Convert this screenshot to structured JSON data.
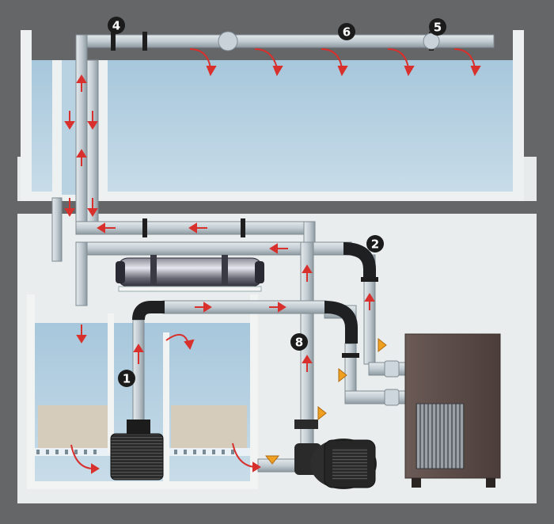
{
  "labels": {
    "n1": "1",
    "n2": "2",
    "n4": "4",
    "n5": "5",
    "n6": "6",
    "n8": "8"
  },
  "colors": {
    "backdrop_dark": "#636567",
    "room_light": "#e6eaea",
    "water_top": "#a9c9dd",
    "water_bottom": "#c6dbe7",
    "pipe": "#c5d0d6",
    "pipe_edge": "#7f8b92",
    "elbow": "#202224",
    "flow_arrow": "#d8302c",
    "valve": "#f0a020",
    "sand": "#d6ccbc",
    "chiller": "#5a4a47",
    "label_disc": "#1b1b1b"
  },
  "icons": {
    "flow": "red-flow-arrow",
    "valve": "orange-valve-icon",
    "marker": "numbered-black-disc"
  }
}
